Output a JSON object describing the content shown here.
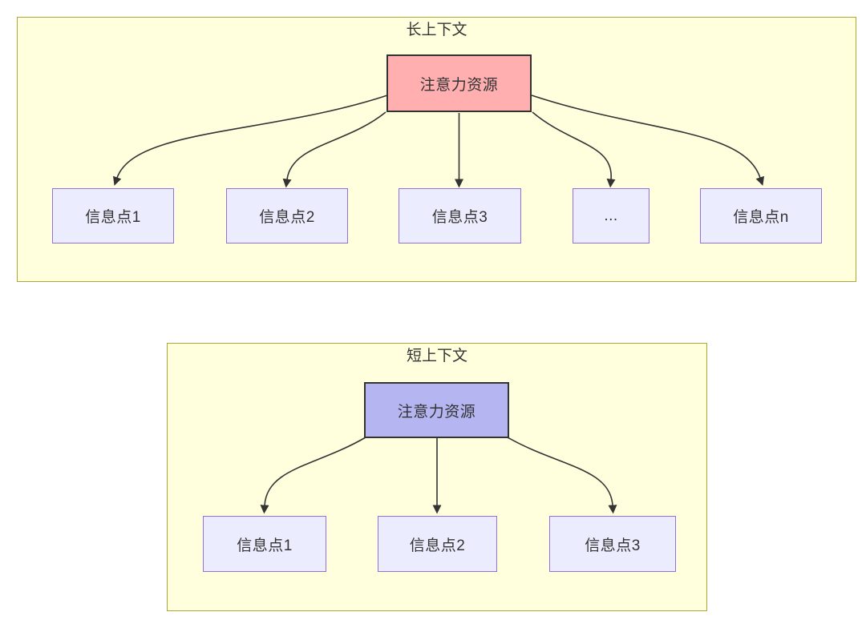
{
  "colors": {
    "container_fill": "#ffffde",
    "container_border": "#aaaa33",
    "node_fill": "#ececff",
    "node_border": "#9370db",
    "long_root_fill": "#ffafb0",
    "short_root_fill": "#b5b5f2",
    "root_border": "#333333",
    "edge_color": "#333333",
    "text_color": "#333333"
  },
  "sections": [
    {
      "id": "long-context",
      "title": "长上下文",
      "root_label": "注意力资源",
      "children": [
        {
          "label": "信息点1"
        },
        {
          "label": "信息点2"
        },
        {
          "label": "信息点3"
        },
        {
          "label": "..."
        },
        {
          "label": "信息点n"
        }
      ],
      "edges": [
        {
          "from": "注意力资源",
          "to": "信息点1"
        },
        {
          "from": "注意力资源",
          "to": "信息点2"
        },
        {
          "from": "注意力资源",
          "to": "信息点3"
        },
        {
          "from": "注意力资源",
          "to": "..."
        },
        {
          "from": "注意力资源",
          "to": "信息点n"
        }
      ]
    },
    {
      "id": "short-context",
      "title": "短上下文",
      "root_label": "注意力资源",
      "children": [
        {
          "label": "信息点1"
        },
        {
          "label": "信息点2"
        },
        {
          "label": "信息点3"
        }
      ],
      "edges": [
        {
          "from": "注意力资源",
          "to": "信息点1"
        },
        {
          "from": "注意力资源",
          "to": "信息点2"
        },
        {
          "from": "注意力资源",
          "to": "信息点3"
        }
      ]
    }
  ]
}
